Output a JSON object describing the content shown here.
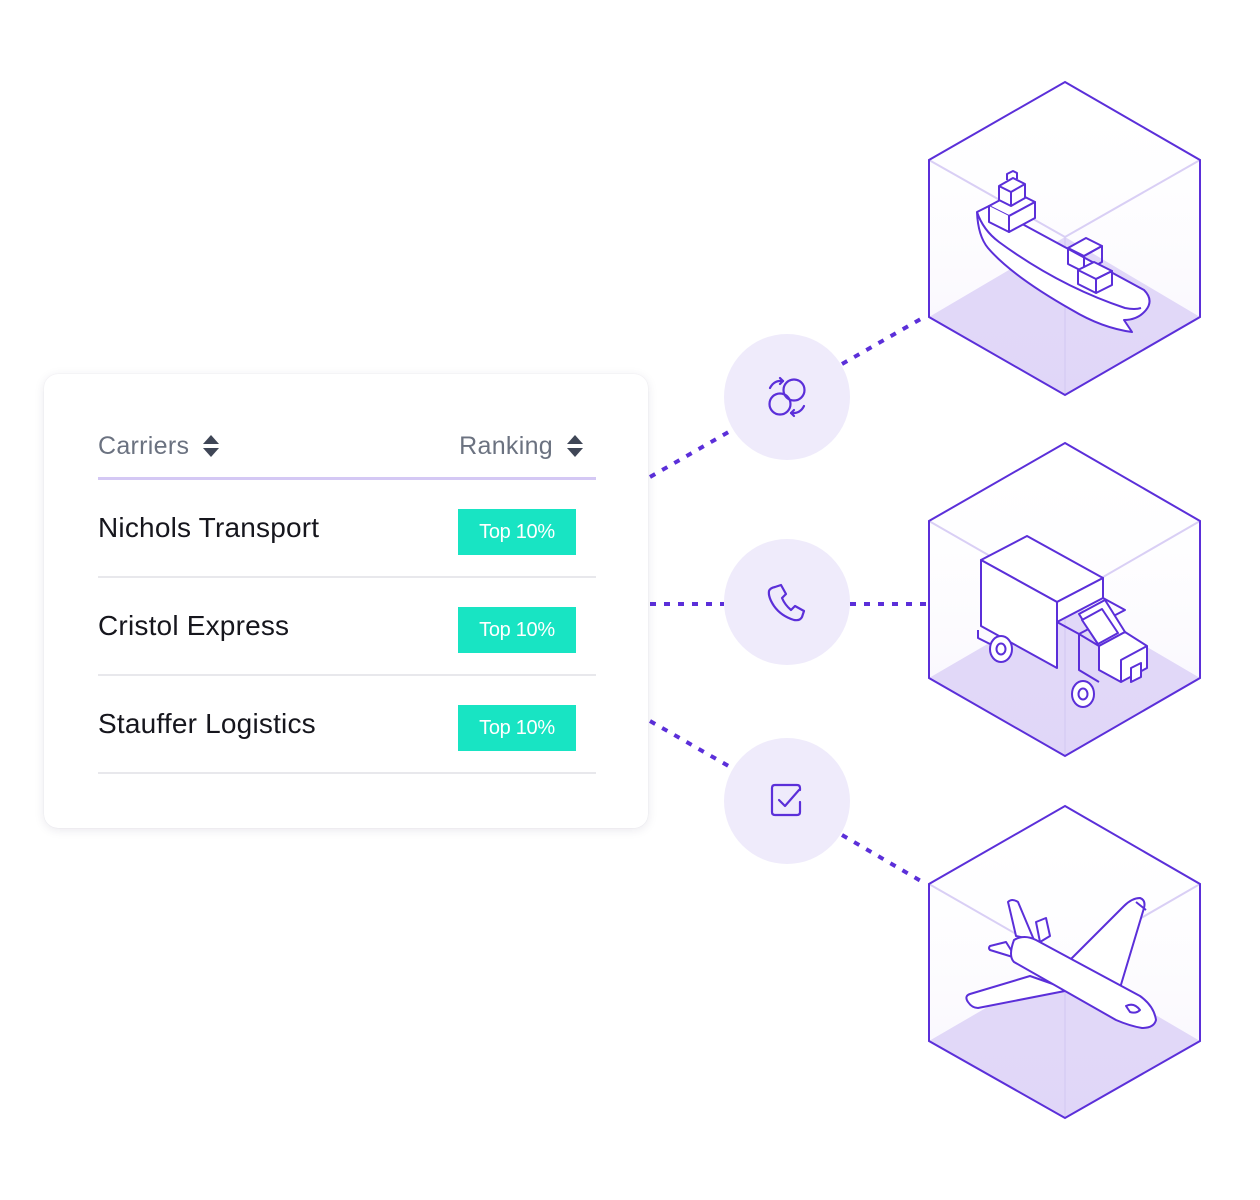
{
  "table": {
    "headers": {
      "carriers": "Carriers",
      "ranking": "Ranking"
    },
    "rows": [
      {
        "carrier": "Nichols Transport",
        "ranking": "Top 10%"
      },
      {
        "carrier": "Cristol Express",
        "ranking": "Top 10%"
      },
      {
        "carrier": "Stauffer Logistics",
        "ranking": "Top 10%"
      }
    ]
  },
  "connectors": [
    {
      "icon": "swap-circles-icon"
    },
    {
      "icon": "phone-icon"
    },
    {
      "icon": "checkbox-icon"
    }
  ],
  "modes": [
    {
      "icon": "cargo-ship-icon"
    },
    {
      "icon": "delivery-truck-icon"
    },
    {
      "icon": "airplane-icon"
    }
  ],
  "colors": {
    "accent": "#5b2fd9",
    "badge": "#18e4c3",
    "circle_fill": "#efebfb",
    "cube_floor": "#ddd3f7",
    "header_rule": "#d4c8f4"
  }
}
